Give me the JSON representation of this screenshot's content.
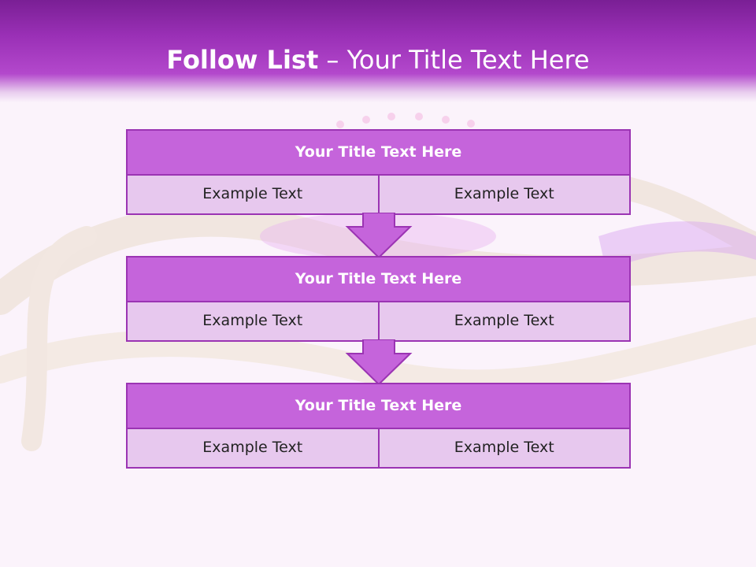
{
  "slide": {
    "title_bold": "Follow List",
    "title_rest": " – Your Title Text Here"
  },
  "blocks": [
    {
      "title": "Your Title Text Here",
      "left": "Example Text",
      "right": "Example Text"
    },
    {
      "title": "Your Title Text Here",
      "left": "Example Text",
      "right": "Example Text"
    },
    {
      "title": "Your Title Text Here",
      "left": "Example Text",
      "right": "Example Text"
    }
  ],
  "colors": {
    "header": "#9a30b6",
    "block_title_fill": "#c564db",
    "block_cell_fill": "#e7c8ee",
    "border": "#9b34b3",
    "arrow_fill": "#c564db"
  },
  "icons": {
    "connector": "down-arrow-icon",
    "background": "hairbrush-and-hair-photo"
  }
}
